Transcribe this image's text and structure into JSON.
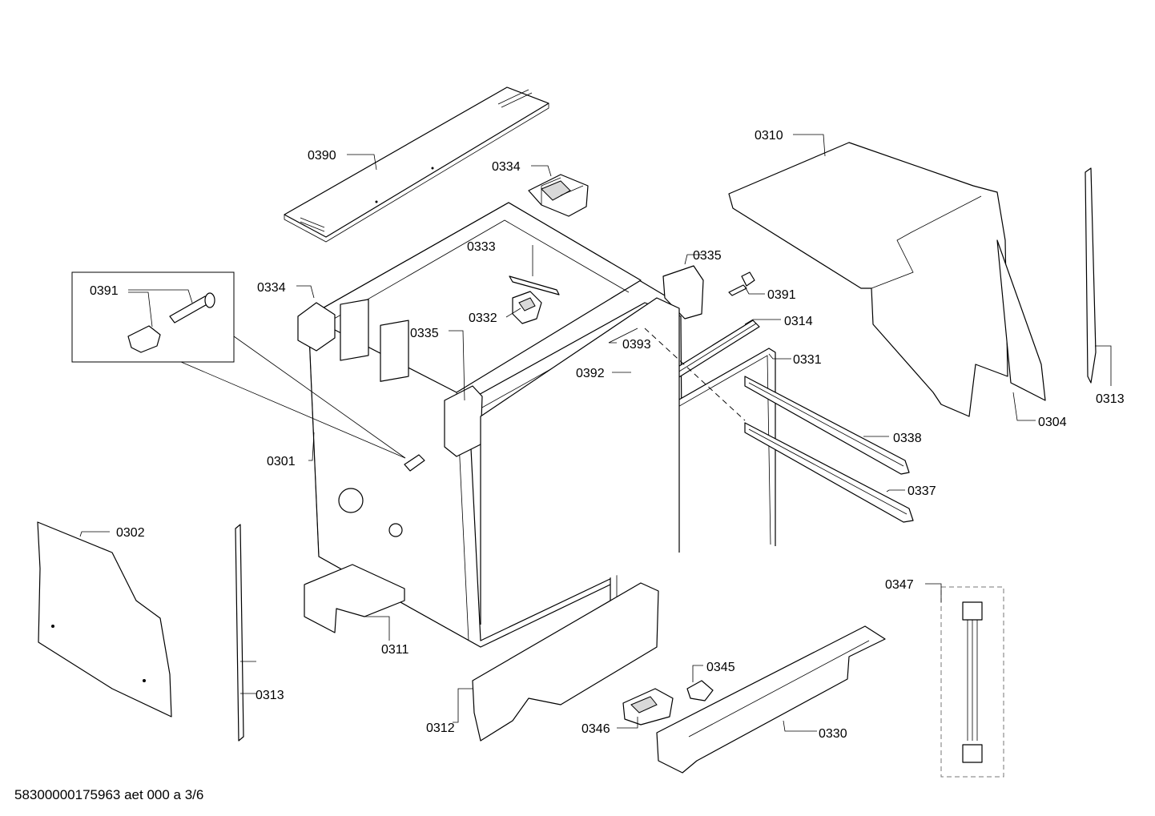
{
  "labels": {
    "p0390": "0390",
    "p0334a": "0334",
    "p0334b": "0334",
    "p0310": "0310",
    "p0333": "0333",
    "p0332": "0332",
    "p0335a": "0335",
    "p0335b": "0335",
    "p0391a": "0391",
    "p0391b": "0391",
    "p0314": "0314",
    "p0393": "0393",
    "p0392": "0392",
    "p0331": "0331",
    "p0313a": "0313",
    "p0313b": "0313",
    "p0304": "0304",
    "p0338": "0338",
    "p0337": "0337",
    "p0301": "0301",
    "p0302": "0302",
    "p0311": "0311",
    "p0312": "0312",
    "p0345": "0345",
    "p0346": "0346",
    "p0330": "0330",
    "p0347": "0347"
  },
  "footer": "58300000175963 aet 000 a 3/6"
}
